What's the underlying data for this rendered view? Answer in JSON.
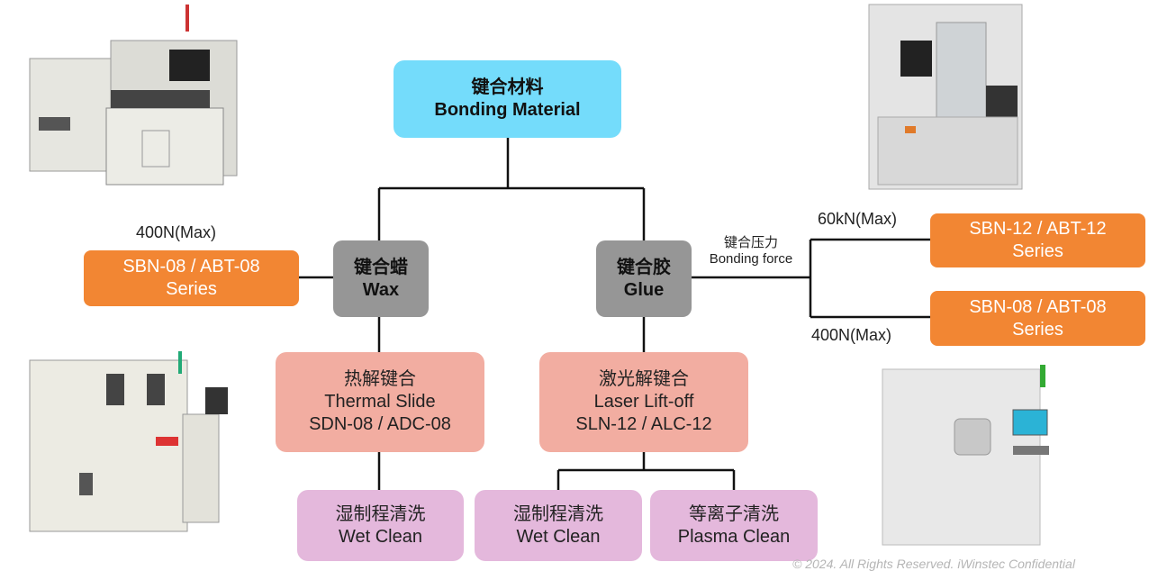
{
  "root": {
    "zh": "键合材料",
    "en": "Bonding Material"
  },
  "materials": {
    "wax": {
      "zh": "键合蜡",
      "en": "Wax"
    },
    "glue": {
      "zh": "键合胶",
      "en": "Glue"
    }
  },
  "products": {
    "left": {
      "line1": "SBN-08 / ABT-08",
      "line2": "Series",
      "force": "400N(Max)"
    },
    "right_top": {
      "line1": "SBN-12 / ABT-12",
      "line2": "Series",
      "force": "60kN(Max)"
    },
    "right_bottom": {
      "line1": "SBN-08 / ABT-08",
      "line2": "Series",
      "force": "400N(Max)"
    }
  },
  "bonding_force_label": {
    "zh": "键合压力",
    "en": "Bonding force"
  },
  "debonding": {
    "thermal": {
      "zh": "热解键合",
      "en": "Thermal Slide",
      "model": "SDN-08 / ADC-08"
    },
    "laser": {
      "zh": "激光解键合",
      "en": "Laser Lift-off",
      "model": "SLN-12 / ALC-12"
    }
  },
  "cleaning": {
    "wax_wet": {
      "zh": "湿制程清洗",
      "en": "Wet Clean"
    },
    "glue_wet": {
      "zh": "湿制程清洗",
      "en": "Wet Clean"
    },
    "glue_plasma": {
      "zh": "等离子清洗",
      "en": "Plasma Clean"
    }
  },
  "photos": [
    {
      "name": "bonder-machine-top-left",
      "desc": "Wafer bonding equipment"
    },
    {
      "name": "bonder-machine-top-right",
      "desc": "Wafer bonding equipment"
    },
    {
      "name": "debonder-machine-bottom-left",
      "desc": "Thermal slide debonding equipment"
    },
    {
      "name": "debonder-machine-bottom-right",
      "desc": "Laser debonding equipment"
    }
  ],
  "footer": "© 2024. All Rights Reserved. iWinstec Confidential",
  "colors": {
    "root": "#74dcfb",
    "material": "#969696",
    "product": "#f28633",
    "debonding": "#f2ada1",
    "cleaning": "#e4b8dc",
    "connector": "#111111"
  }
}
